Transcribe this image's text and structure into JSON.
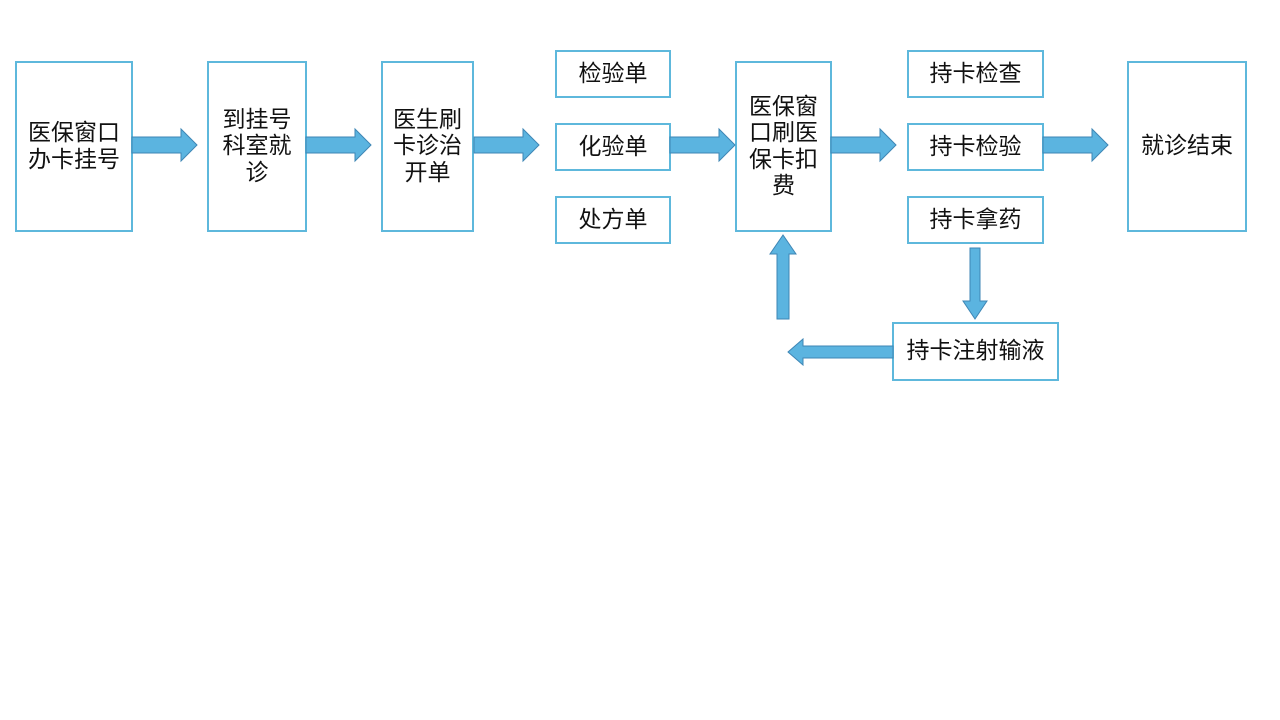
{
  "diagram": {
    "colors": {
      "box_border": "#5eb8dc",
      "arrow_fill": "#5bb4e0",
      "arrow_stroke": "#3e86b5",
      "text": "#111111",
      "background": "#ffffff"
    },
    "nodes": {
      "register": {
        "line1": "医保窗口",
        "line2": "办卡挂号"
      },
      "visit": {
        "line1": "到挂号",
        "line2": "科室就",
        "line3": "诊"
      },
      "doctor": {
        "line1": "医生刷",
        "line2": "卡诊治",
        "line3": "开单"
      },
      "inspection_form": {
        "label": "检验单"
      },
      "lab_form": {
        "label": "化验单"
      },
      "prescription": {
        "label": "处方单"
      },
      "payment": {
        "line1": "医保窗",
        "line2": "口刷医",
        "line3": "保卡扣",
        "line4": "费"
      },
      "exam": {
        "label": "持卡检查"
      },
      "test": {
        "label": "持卡检验"
      },
      "medicine": {
        "label": "持卡拿药"
      },
      "infusion": {
        "label": "持卡注射输液"
      },
      "end": {
        "label": "就诊结束"
      }
    }
  }
}
